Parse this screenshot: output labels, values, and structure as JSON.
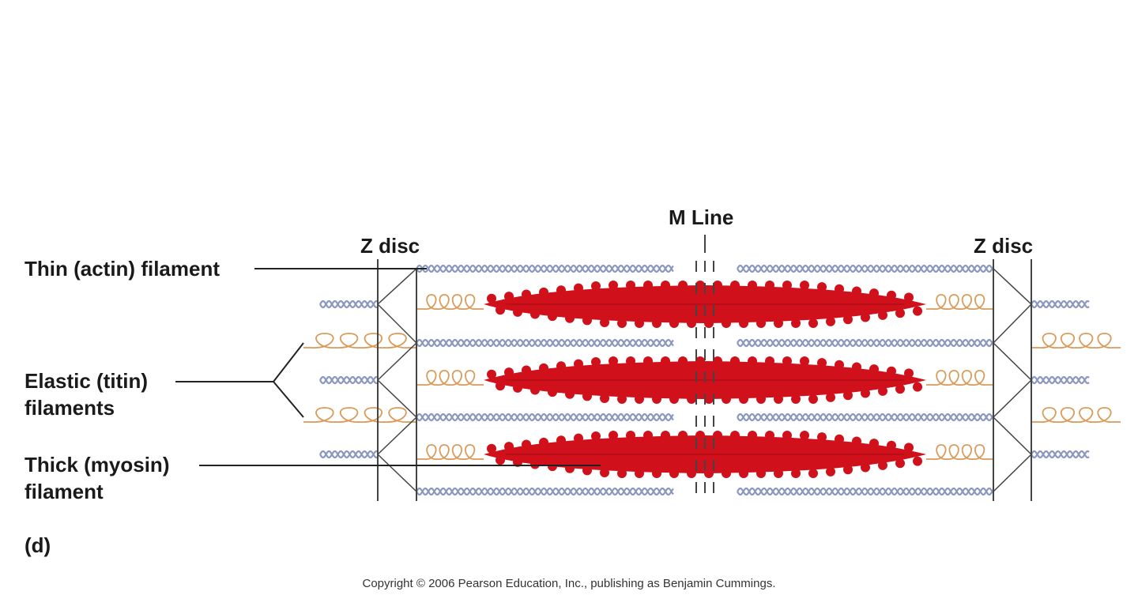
{
  "labels": {
    "m_line": "M Line",
    "z_disc_left": "Z disc",
    "z_disc_right": "Z disc",
    "thin_filament": "Thin (actin) filament",
    "elastic_line1": "Elastic (titin)",
    "elastic_line2": "filaments",
    "thick_line1": "Thick (myosin)",
    "thick_line2": "filament",
    "panel": "(d)"
  },
  "copyright": "Copyright © 2006 Pearson Education, Inc., publishing as Benjamin Cummings.",
  "colors": {
    "myosin": "#d0111b",
    "actin": "#8a98c0",
    "titin": "#d99a5a",
    "disc": "#444444",
    "leader": "#222222"
  }
}
